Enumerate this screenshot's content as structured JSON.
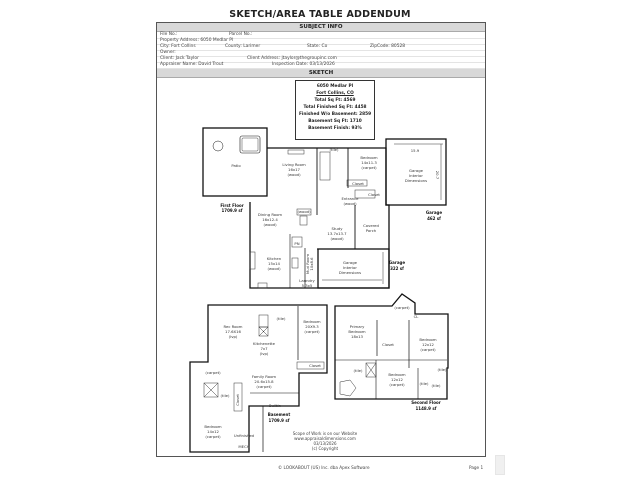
{
  "page": {
    "title": "SKETCH/AREA TABLE ADDENDUM",
    "footer_left": "© LOOKABOUT (US) Inc. dba Apex Software",
    "footer_right": "Page 1"
  },
  "subject_info": {
    "header": "SUBJECT INFO",
    "file_no": "File No.:",
    "parcel_no": "Parcel No.:",
    "property_address": "Property Address: 6050 Medlar Pl",
    "city": "City: Fort Collins",
    "county": "County: Larimer",
    "state": "State: Co",
    "zipcode": "ZipCode: 80528",
    "owner": "Owner:",
    "client": "Client: Jack Taylor",
    "client_address": "Client Address: jtaylor@thegroupinc.com",
    "appraiser_name": "Appraiser Name: David Trout",
    "inspection_date": "Inspection Date: 03/13/2026"
  },
  "sketch": {
    "header": "SKETCH",
    "summary": {
      "address": "6050 Medlar Pl",
      "city_state": "Fort Collins, CO",
      "total_sqft": "Total Sq Ft: 4569",
      "total_finished": "Total Finished Sq Ft: 4458",
      "finished_wo_basement": "Finished W/o Basement: 2859",
      "basement_sqft": "Basement Sq Ft: 1710",
      "basement_finish": "Basement Finish: 93%"
    },
    "first_floor": {
      "label": "First Floor",
      "area": "1709.9 sf",
      "rooms": {
        "patio": "Patio",
        "living_room": [
          "Living Room",
          "16x17",
          "(wood)"
        ],
        "bedroom": [
          "Bedroom",
          "14x11.3",
          "(carpet)"
        ],
        "dining_room": [
          "Dining Room",
          "16x12.4",
          "(wood)"
        ],
        "entrance": [
          "Entrance",
          "(wood)"
        ],
        "study": [
          "Study",
          "13.7x13.7",
          "(wood)"
        ],
        "covered_porch": [
          "Covered",
          "Porch"
        ],
        "kitchen": [
          "Kitchen",
          "15x14",
          "(wood)"
        ],
        "mud_room": [
          "Mud Room",
          "10x8.6"
        ],
        "laundry": [
          "Laundry",
          "5.3x5"
        ],
        "closet1": "Closet",
        "closet2": "Closet",
        "tile": "(tile)",
        "wood": "(wood)",
        "pn": "PN"
      }
    },
    "garage_upper": {
      "label": "Garage",
      "area": "462 sf",
      "interior": [
        "Garage",
        "Interior",
        "Dimensions"
      ],
      "width_dim": "15.9",
      "depth_dim": "20.7"
    },
    "garage_lower": {
      "label": "Garage",
      "area": "322 sf",
      "interior": [
        "Garage",
        "Interior",
        "Dimensions"
      ]
    },
    "basement": {
      "label": "Basement",
      "area": "1709.9 sf",
      "rooms": {
        "rec_room": [
          "Rec Room",
          "17.6X16",
          "(lvp)"
        ],
        "bedroom1": [
          "Bedroom",
          "20X9.3",
          "(carpet)"
        ],
        "kitchenette": [
          "Kitchenette",
          "7x7",
          "(lvp)"
        ],
        "family_room": [
          "Family Room",
          "20.6x15.8",
          "(carpet)"
        ],
        "carpet": "(carpet)",
        "tile": "(tile)",
        "builtin": "BuiltIn",
        "bedroom2": [
          "Bedroom",
          "14x12",
          "(carpet)"
        ],
        "unfinished": "Unfinished",
        "mech": "MECH",
        "closet1": "Closet",
        "closet2": "Closet",
        "pantry": "pantry"
      }
    },
    "second_floor": {
      "label": "Second Floor",
      "area": "1148.9 sf",
      "rooms": {
        "primary_bedroom": [
          "Primary",
          "Bedroom",
          "18x13"
        ],
        "carpet": "(carpet)",
        "closet": "Closet",
        "cl": "CL",
        "bedroom_a": [
          "Bedroom",
          "12x12",
          "(carpet)"
        ],
        "bedroom_b": [
          "Bedroom",
          "12x12",
          "(carpet)"
        ],
        "tile1": "(tile)",
        "tile2": "(tile)",
        "tile3": "(tile)",
        "tile4": "(tile)"
      }
    },
    "scope": {
      "line1": "Scope of Work is on our Website",
      "line2": "www.appraisaldimensions.com",
      "line3": "03/13/2026",
      "line4": "(c) Copyright"
    }
  }
}
